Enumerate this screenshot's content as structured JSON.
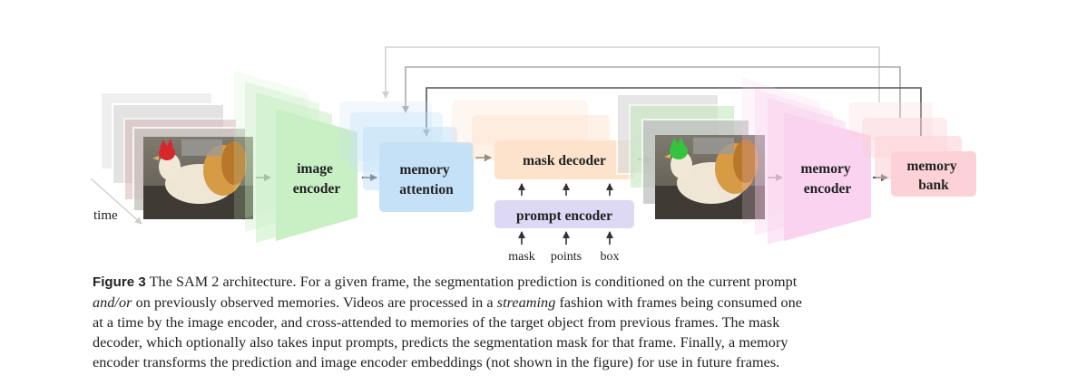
{
  "diagram": {
    "time_label": "time",
    "image_encoder": "image\nencoder",
    "memory_attention": "memory\nattention",
    "mask_decoder": "mask decoder",
    "prompt_encoder": "prompt encoder",
    "prompt_inputs": [
      "mask",
      "points",
      "box"
    ],
    "memory_encoder": "memory\nencoder",
    "memory_bank": "memory\nbank",
    "colors": {
      "image_encoder": "#c9efc4",
      "memory_attention": "#c4e1f7",
      "mask_decoder": "#fde3cc",
      "prompt_encoder": "#ddd8f4",
      "memory_encoder": "#f9d3ef",
      "memory_bank": "#fcd2d6",
      "arrow": "#333333"
    }
  },
  "caption": {
    "label": "Figure 3",
    "lines": [
      "The SAM 2 architecture. For a given frame, the segmentation prediction is conditioned on the current prompt",
      "and/or on previously observed memories. Videos are processed in a streaming fashion with frames being consumed one",
      "at a time by the image encoder, and cross-attended to memories of the target object from previous frames. The mask",
      "decoder, which optionally also takes input prompts, predicts the segmentation mask for that frame. Finally, a memory",
      "encoder transforms the prediction and image encoder embeddings (not shown in the figure) for use in future frames."
    ]
  }
}
